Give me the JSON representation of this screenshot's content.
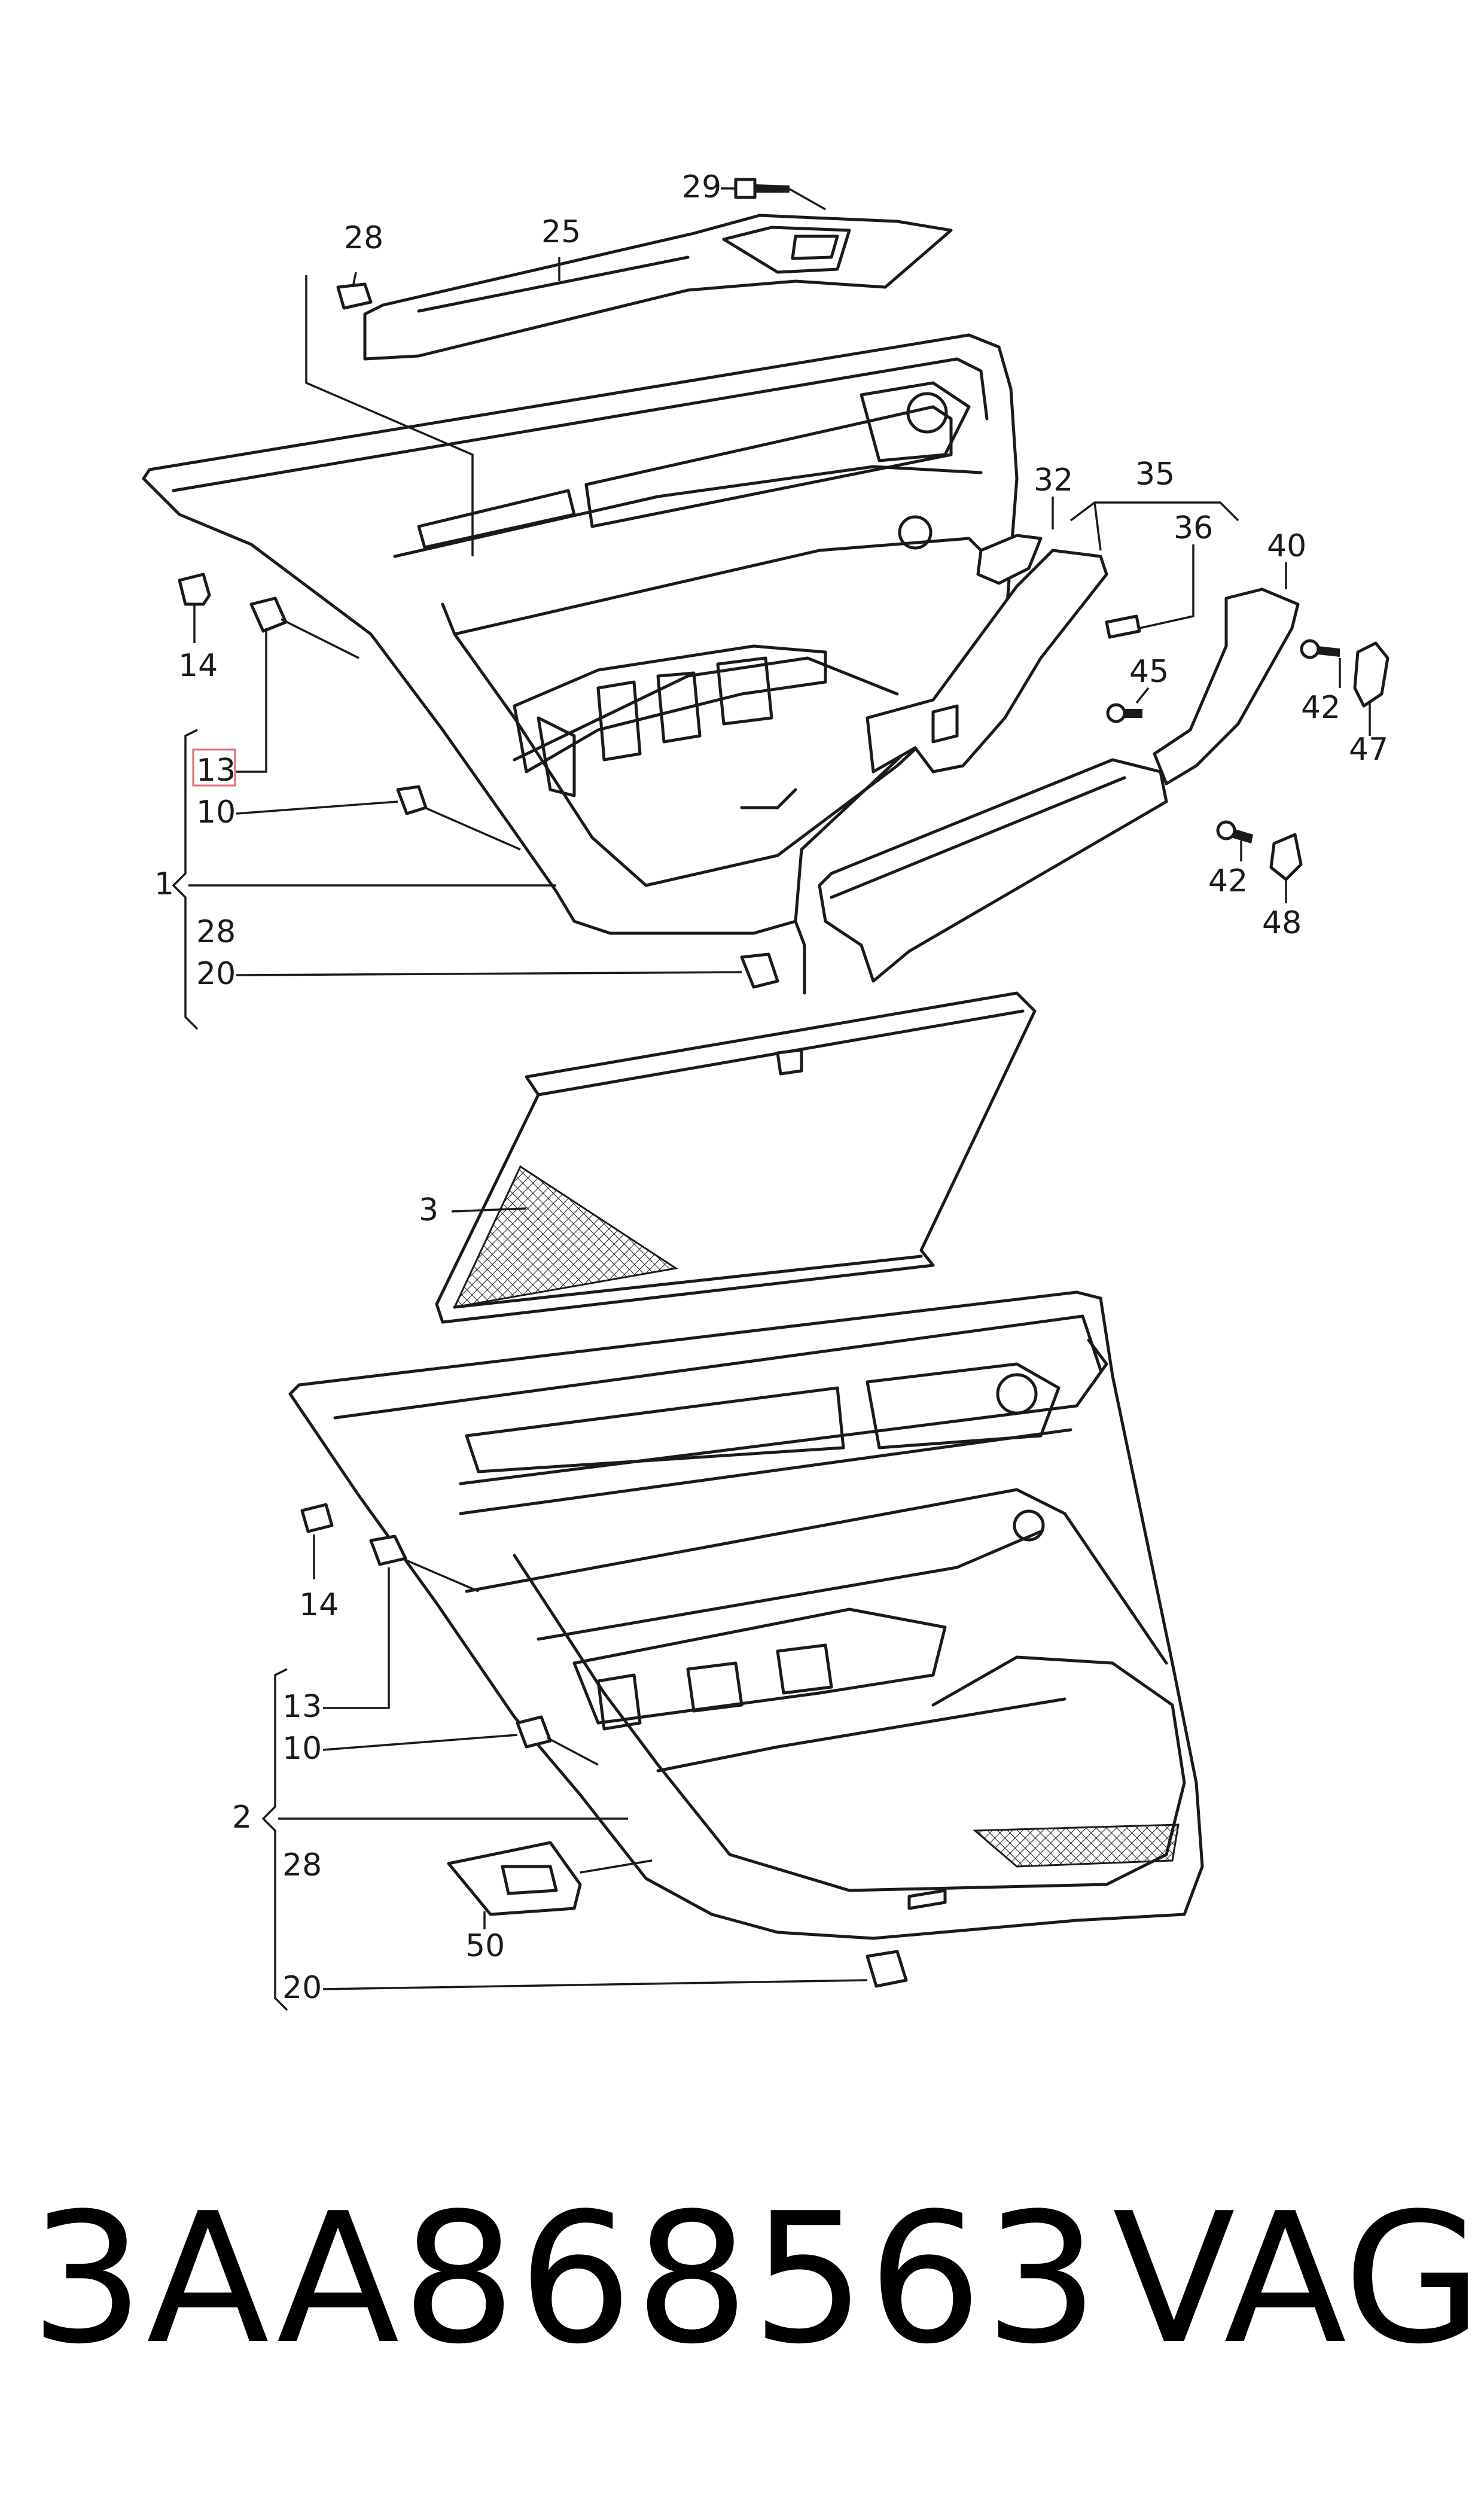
{
  "callouts": {
    "c29": "29",
    "c28_top": "28",
    "c25": "25",
    "c14_top": "14",
    "c13_top": "13",
    "c10_top": "10",
    "c1": "1",
    "c28_mid": "28",
    "c20_top": "20",
    "c32": "32",
    "c35": "35",
    "c36": "36",
    "c40": "40",
    "c45": "45",
    "c42_a": "42",
    "c47": "47",
    "c42_b": "42",
    "c48": "48",
    "c3": "3",
    "c14_bot": "14",
    "c13_bot": "13",
    "c10_bot": "10",
    "c2": "2",
    "c28_bot": "28",
    "c50": "50",
    "c20_bot": "20"
  },
  "footer": {
    "part_number": "3AA868563",
    "brand": "VAG"
  },
  "highlight_color": "#e06a78"
}
